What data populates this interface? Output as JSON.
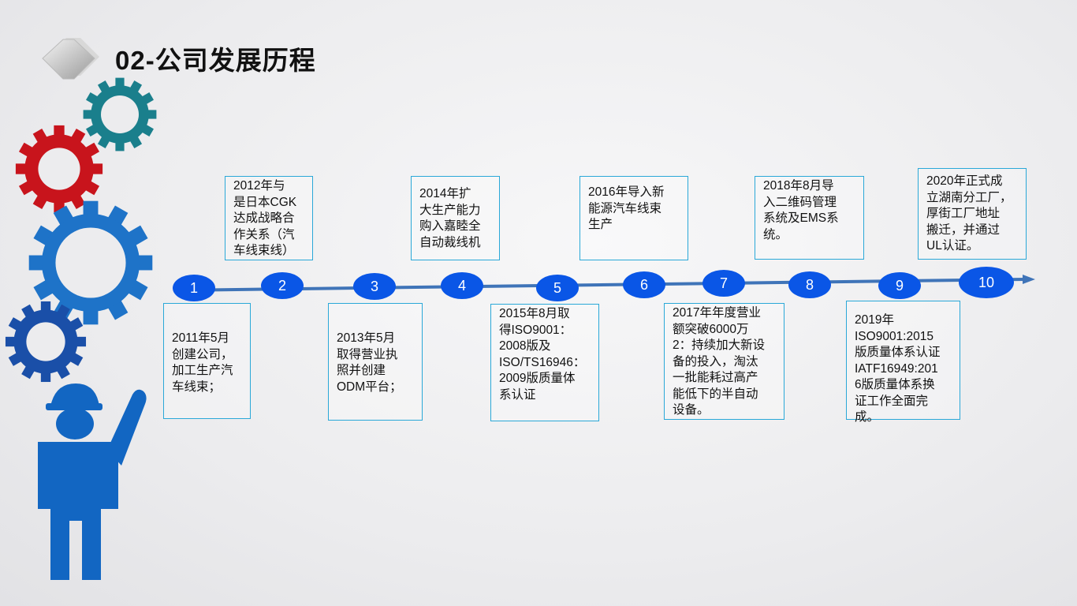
{
  "title": "02-公司发展历程",
  "colors": {
    "accent": "#0a56e6",
    "box_border": "#2aa8d8",
    "gear_red": "#c8141c",
    "gear_blue": "#1e73c8",
    "gear_teal": "#1a7f8c"
  },
  "timeline": {
    "nodes": [
      "1",
      "2",
      "3",
      "4",
      "5",
      "6",
      "7",
      "8",
      "9",
      "10"
    ]
  },
  "milestones": [
    {
      "lines": [
        "2011年5月",
        "创建公司，",
        "加工生产汽",
        "车线束；"
      ]
    },
    {
      "lines": [
        "2012年与",
        "是日本CGK",
        "达成战略合",
        "作关系（汽",
        "车线束线）"
      ]
    },
    {
      "lines": [
        "2013年5月",
        "取得营业执",
        "照并创建",
        "ODM平台；"
      ]
    },
    {
      "lines": [
        "2014年扩",
        "大生产能力",
        "购入嘉睦全",
        "自动裁线机"
      ]
    },
    {
      "lines": [
        "2015年8月取",
        "得ISO9001：",
        "2008版及",
        "ISO/TS16946：",
        "2009版质量体",
        "系认证"
      ]
    },
    {
      "lines": [
        "2016年导入新",
        "能源汽车线束",
        "生产"
      ]
    },
    {
      "lines": [
        "2017年年度营业",
        "额突破6000万",
        "2：持续加大新设",
        "备的投入，淘汰",
        "一批能耗过高产",
        "能低下的半自动",
        "设备。"
      ]
    },
    {
      "lines": [
        "2018年8月导",
        "入二维码管理",
        "系统及EMS系",
        "统。"
      ]
    },
    {
      "lines": [
        "2019年",
        "ISO9001:2015",
        "版质量体系认证",
        "IATF16949:201",
        "6版质量体系换",
        "证工作全面完成。"
      ]
    },
    {
      "lines": [
        "2020年正式成",
        "立湖南分工厂，",
        "厚街工厂地址",
        "搬迁，并通过",
        "UL认证。"
      ]
    }
  ]
}
